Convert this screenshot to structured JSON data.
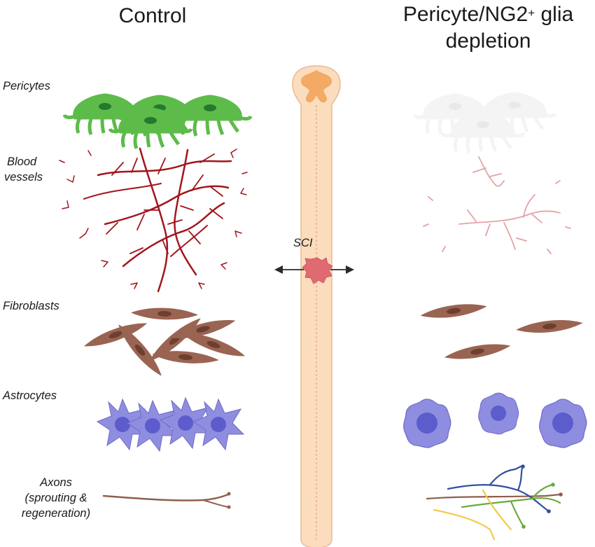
{
  "titles": {
    "control": "Control",
    "depletion_line1": "Pericyte/NG2",
    "depletion_sup": "+",
    "depletion_rest": " glia",
    "depletion_line2": "depletion"
  },
  "row_labels": {
    "pericytes": "Pericytes",
    "blood_line1": "Blood",
    "blood_line2": "vessels",
    "fibroblasts": "Fibroblasts",
    "astrocytes": "Astrocytes",
    "axons_line1": "Axons",
    "axons_line2": "(sprouting &",
    "axons_line3": "regeneration)"
  },
  "injury_label": "SCI",
  "colors": {
    "pericyte": "#5dbb4a",
    "vessel": "#a3151d",
    "vessel_faded": "#e3a3a8",
    "fibroblast": "#9a6452",
    "astrocyte": "#8f8de0",
    "astrocyte_nucleus": "#5d5ccc",
    "spinal_cord": "#fbdcbd",
    "grey_matter": "#f2aa64",
    "lesion": "#e06a72",
    "axon_brown": "#8f5e4e",
    "axon_blue": "#2f4fa3",
    "axon_green": "#6aaa3c",
    "axon_yellow": "#f3c94c"
  }
}
